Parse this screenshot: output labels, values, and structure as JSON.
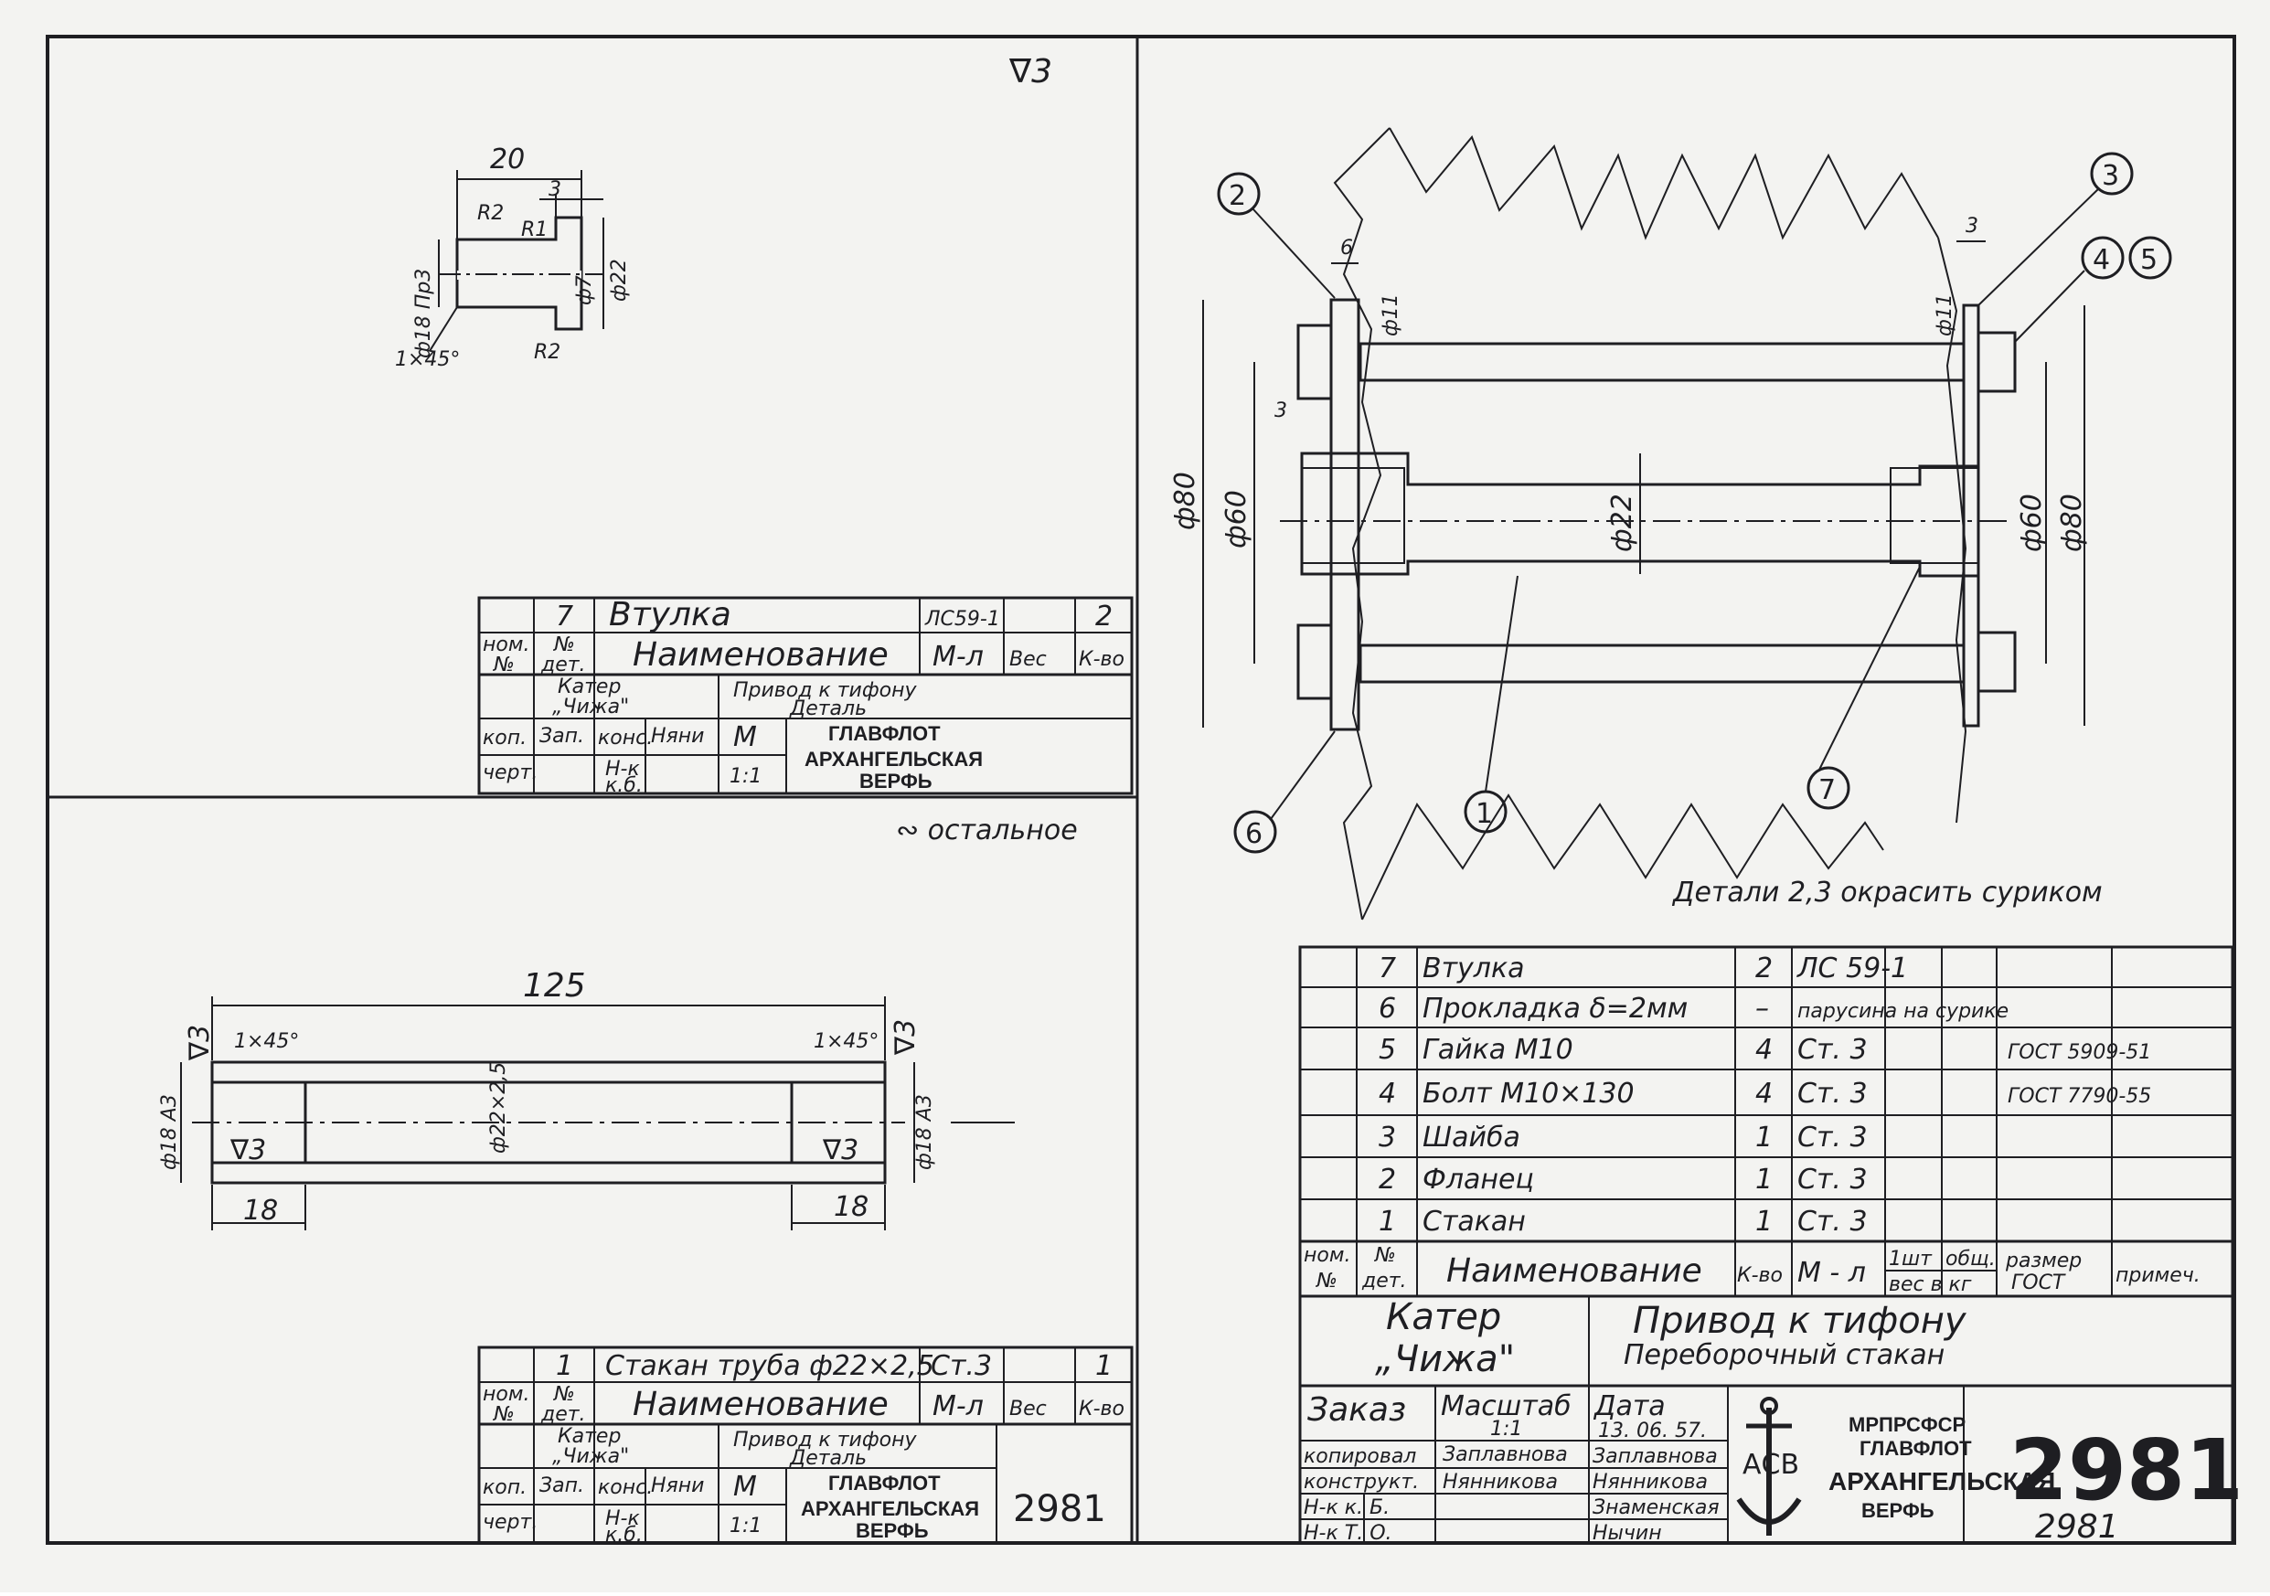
{
  "sheet_number": "2981",
  "sheet_number_handwritten": "2981",
  "top_roughness": "∇3",
  "roughness_other": "∾ остальное",
  "assembly_note": "Детали 2,3 окрасить суриком",
  "bushing_detail": {
    "dims": {
      "length": "20",
      "step": "3",
      "r2_top": "R2",
      "r1": "R1",
      "r2_bottom": "R2",
      "outer": "ф18 Пр3",
      "bore": "ф7",
      "flange": "ф22",
      "chamfer": "1×45°"
    },
    "title_block": {
      "row_num": "7",
      "row_name": "Втулка",
      "row_material": "ЛС59-1",
      "row_qty": "2",
      "head_nom": "ном.",
      "head_no": "№",
      "head_det_no": "№",
      "head_det": "дет.",
      "head_name": "Наименование",
      "head_material": "М-л",
      "head_weight": "Вес",
      "head_qty": "К-во",
      "object_1": "Катер",
      "object_2": "„Чижа\"",
      "drawing_1": "Привод к тифону",
      "drawing_2": "Деталь",
      "kop": "коп.",
      "cher": "черт.",
      "kons": "конс.",
      "nk": "Н-к",
      "kb": "к.б.",
      "sig1": "Зап.",
      "sig2": "Няни",
      "scale_label": "М",
      "scale": "1:1",
      "org_1": "ГЛАВФЛОТ",
      "org_2": "АРХАНГЕЛЬСКАЯ",
      "org_3": "ВЕРФЬ"
    }
  },
  "sleeve_detail": {
    "dims": {
      "length": "125",
      "left_rough": "∇3",
      "right_rough": "∇3",
      "left_chamfer": "1×45°",
      "right_chamfer": "1×45°",
      "left_outer": "ф18 А3",
      "right_outer": "ф18 А3",
      "tube": "ф22×2,5",
      "inner_left_rough": "∇3",
      "inner_right_rough": "∇3",
      "left_bore_len": "18",
      "right_bore_len": "18"
    },
    "title_block": {
      "row_num": "1",
      "row_name": "Стакан труба ф22×2,5",
      "row_material": "Ст.3",
      "row_qty": "1",
      "head_nom": "ном.",
      "head_no": "№",
      "head_det_no": "№",
      "head_det": "дет.",
      "head_name": "Наименование",
      "head_material": "М-л",
      "head_weight": "Вес",
      "head_qty": "К-во",
      "object_1": "Катер",
      "object_2": "„Чижа\"",
      "drawing_1": "Привод к тифону",
      "drawing_2": "Деталь",
      "kop": "коп.",
      "cher": "черт.",
      "kons": "конс.",
      "nk": "Н-к",
      "kb": "к.б.",
      "sig1": "Зап.",
      "sig2": "Няни",
      "scale_label": "М",
      "scale": "1:1",
      "org_1": "ГЛАВФЛОТ",
      "org_2": "АРХАНГЕЛЬСКАЯ",
      "org_3": "ВЕРФЬ",
      "number": "2981"
    }
  },
  "assembly": {
    "balloons": [
      "2",
      "3",
      "4",
      "5",
      "6",
      "1",
      "7"
    ],
    "dims": {
      "flange_thk": "6",
      "washer_thk": "3",
      "bolt_hole_left": "ф11",
      "bolt_hole_right": "ф11",
      "weld": "3",
      "outer_left": "ф80",
      "pcd_left": "ф60",
      "tube": "ф22",
      "pcd_right": "ф60",
      "outer_right": "ф80"
    }
  },
  "spec_table": {
    "rows": [
      {
        "num": "7",
        "name": "Втулка",
        "qty": "2",
        "material": "ЛС 59-1",
        "gost": ""
      },
      {
        "num": "6",
        "name": "Прокладка δ=2мм",
        "qty": "–",
        "material": "парусина на сурике",
        "gost": ""
      },
      {
        "num": "5",
        "name": "Гайка М10",
        "qty": "4",
        "material": "Ст. 3",
        "gost": "ГОСТ 5909-51"
      },
      {
        "num": "4",
        "name": "Болт М10×130",
        "qty": "4",
        "material": "Ст. 3",
        "gost": "ГОСТ 7790-55"
      },
      {
        "num": "3",
        "name": "Шайба",
        "qty": "1",
        "material": "Ст. 3",
        "gost": ""
      },
      {
        "num": "2",
        "name": "Фланец",
        "qty": "1",
        "material": "Ст. 3",
        "gost": ""
      },
      {
        "num": "1",
        "name": "Стакан",
        "qty": "1",
        "material": "Ст. 3",
        "gost": ""
      }
    ],
    "header": {
      "nom": "ном.",
      "no": "№",
      "det_no": "№",
      "det": "дет.",
      "name": "Наименование",
      "qty": "К-во",
      "material": "М - л",
      "weight_1": "1шт",
      "weight_2": "общ.",
      "weight_3": "вес в кг",
      "size_1": "размер",
      "size_2": "ГОСТ",
      "note": "примеч."
    }
  },
  "main_title": {
    "object_1": "Катер",
    "object_2": "„Чижа\"",
    "drawing_1": "Привод к тифону",
    "drawing_2": "Переборочный стакан",
    "order": "Заказ",
    "scale_label": "Масштаб",
    "scale": "1:1",
    "date_label": "Дата",
    "date": "13. 06. 57.",
    "roles": [
      "копировал",
      "конструкт.",
      "Н-к   к. Б.",
      "Н-к   Т. О."
    ],
    "signatures": [
      "Заплавнова",
      "Нянникова"
    ],
    "names": [
      "Заплавнова",
      "Нянникова",
      "Знаменская",
      "Нычин"
    ],
    "org_1": "МРПРСФСР",
    "org_2": "ГЛАВФЛОТ",
    "org_3": "АРХАНГЕЛЬСКАЯ",
    "org_4": "ВЕРФЬ",
    "logo_letters": "АСВ"
  }
}
